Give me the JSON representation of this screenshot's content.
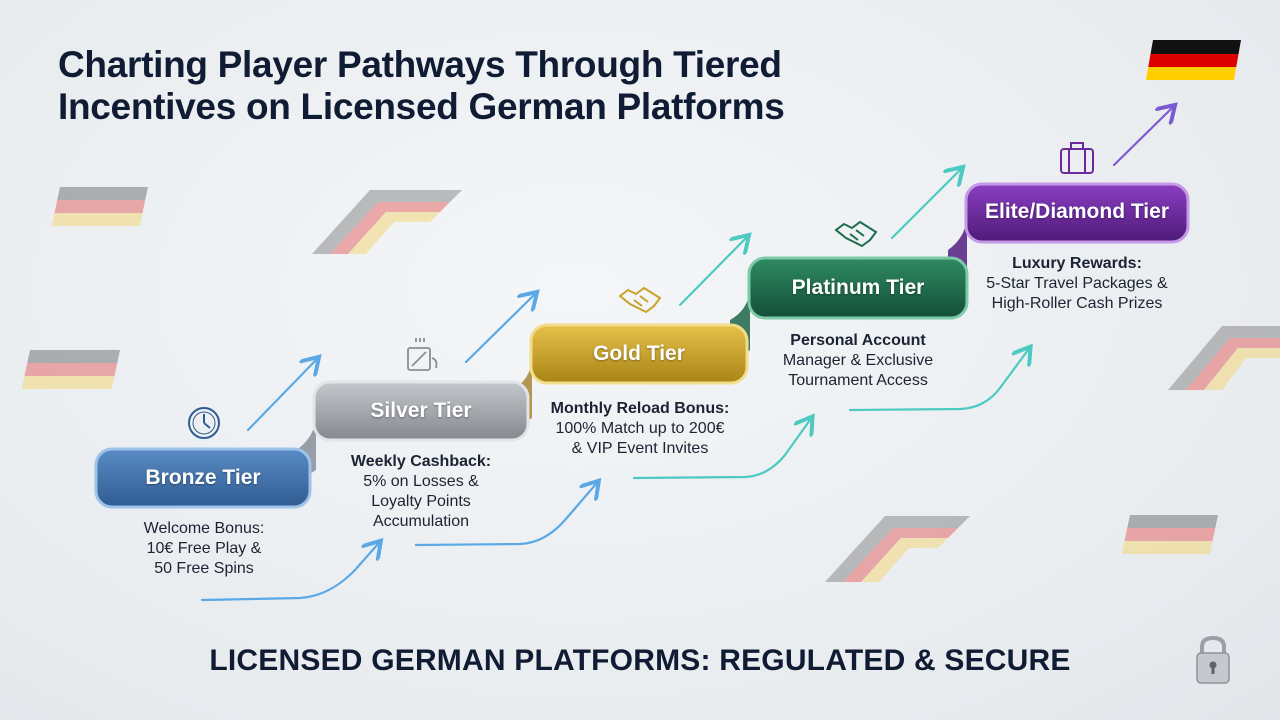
{
  "title": {
    "line1": "Charting Player Pathways Through Tiered",
    "line2": "Incentives on Licensed German Platforms"
  },
  "footer": "LICENSED GERMAN PLATFORMS: REGULATED & SECURE",
  "colors": {
    "bronze": "#3f6fa6",
    "silver": "#9a9da2",
    "gold": "#c9a227",
    "platinum": "#1e6b4e",
    "elite": "#6b2a9b",
    "arrow": "#5aa9e6",
    "flag_black": "#111111",
    "flag_red": "#dd0000",
    "flag_gold": "#ffce00"
  },
  "tiers": [
    {
      "name": "Bronze Tier",
      "icon": "stopwatch-icon",
      "desc_head": "Welcome Bonus:",
      "desc_lines": [
        "10€ Free Play &",
        "50 Free Spins"
      ]
    },
    {
      "name": "Silver Tier",
      "icon": "cashback-icon",
      "desc_head": "Weekly Cashback:",
      "desc_lines": [
        "5% on Losses &",
        "Loyalty Points",
        "Accumulation"
      ]
    },
    {
      "name": "Gold Tier",
      "icon": "handshake-icon",
      "desc_head": "Monthly Reload Bonus:",
      "desc_lines": [
        "100% Match up to 200€",
        "& VIP Event Invites"
      ]
    },
    {
      "name": "Platinum Tier",
      "icon": "handshake-icon",
      "desc_head": "Personal Account",
      "desc_lines": [
        "Manager & Exclusive",
        "Tournament Access"
      ]
    },
    {
      "name": "Elite/Diamond Tier",
      "icon": "suitcase-icon",
      "desc_head": "Luxury Rewards:",
      "desc_lines": [
        "5-Star Travel Packages &",
        "High-Roller Cash Prizes"
      ]
    }
  ]
}
